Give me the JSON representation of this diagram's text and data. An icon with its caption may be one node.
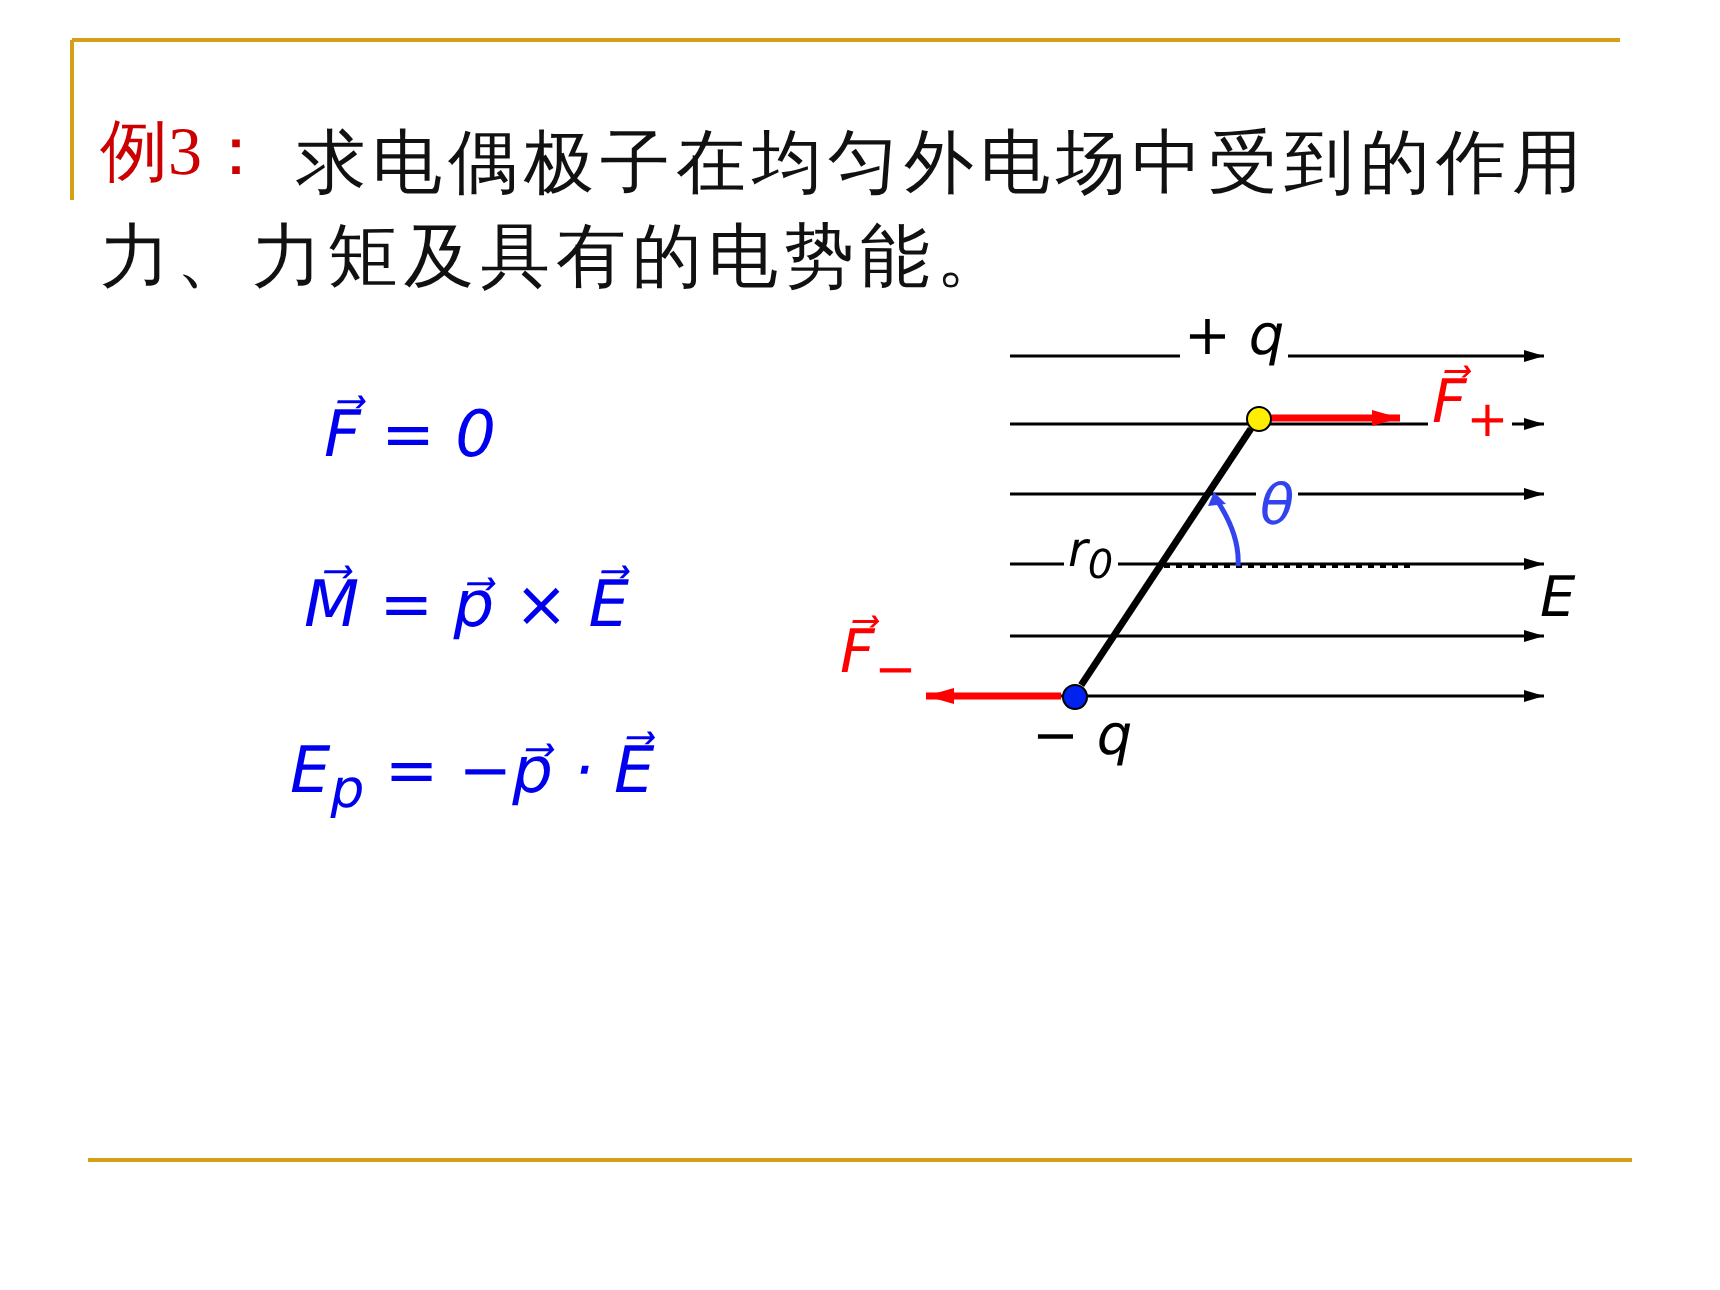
{
  "diagram": {
    "title": "求电偶极子在均匀外电场中受到的作用力、力矩及具有的电势能。",
    "nodes": [
      {
        "text": [],
        "shape": "circle",
        "beside": [
          "+ q"
        ]
      },
      {
        "text": [],
        "shape": "circle",
        "beside": [
          "− q"
        ]
      }
    ],
    "edges": [
      {
        "from": 0,
        "to": 1,
        "arrow": "none",
        "color": "#000000"
      },
      {
        "from": 0,
        "to": null,
        "arrow": "to",
        "label": "F⃗$_{+}$",
        "color": "#ff0000"
      },
      {
        "from": 1,
        "to": null,
        "arrow": "to",
        "label": "F⃗$_{−}$",
        "color": "#ff0000"
      }
    ],
    "labels": [
      "例3：",
      "F⃗ = 0",
      "M⃗ = p⃗ × E⃗",
      "E$_{p}$ = −p⃗ · E⃗",
      "r$_{0}$",
      "θ",
      "E"
    ]
  }
}
